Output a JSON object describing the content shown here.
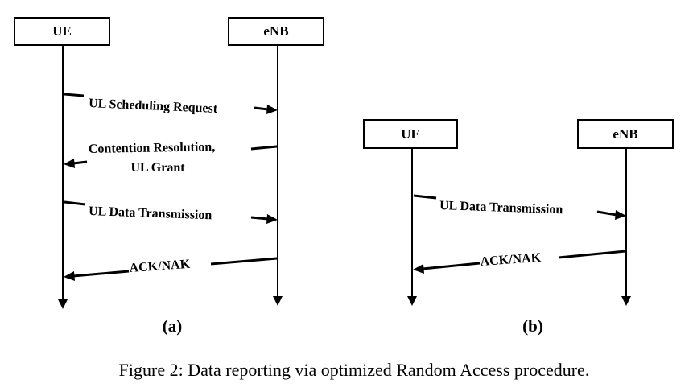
{
  "diagram_a": {
    "ue_label": "UE",
    "enb_label": "eNB",
    "msg1": "UL Scheduling Request",
    "msg2_line1": "Contention Resolution,",
    "msg2_line2": "UL Grant",
    "msg3": "UL Data Transmission",
    "msg4": "ACK/NAK",
    "sublabel": "(a)"
  },
  "diagram_b": {
    "ue_label": "UE",
    "enb_label": "eNB",
    "msg1": "UL Data Transmission",
    "msg2": "ACK/NAK",
    "sublabel": "(b)"
  },
  "caption": "Figure 2: Data reporting via optimized Random Access procedure."
}
